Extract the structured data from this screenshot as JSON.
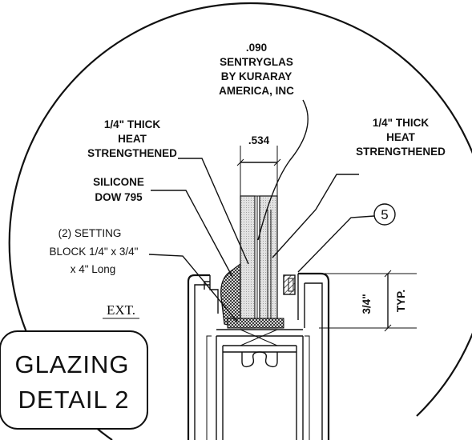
{
  "labels": {
    "interlayer_1": ".090",
    "interlayer_2": "SENTRYGLAS",
    "interlayer_3": "BY KURARAY",
    "interlayer_4": "AMERICA, INC",
    "left_glass_1": "1/4\" THICK",
    "left_glass_2": "HEAT",
    "left_glass_3": "STRENGTHENED",
    "right_glass_1": "1/4\" THICK",
    "right_glass_2": "HEAT",
    "right_glass_3": "STRENGTHENED",
    "dimension_width": ".534",
    "silicone_1": "SILICONE",
    "silicone_2": "DOW 795",
    "setting_block_1": "(2) SETTING",
    "setting_block_2": "BLOCK 1/4\" x 3/4\"",
    "setting_block_3": "x 4\" Long",
    "exterior": "EXT.",
    "callout_number": "5",
    "dimension_height": "3/4\"",
    "typical": "TYP."
  },
  "title": {
    "line1": "GLAZING",
    "line2": "DETAIL 2"
  },
  "colors": {
    "ink": "#111111",
    "paper": "#ffffff",
    "glass_fill": "#d9d9d9"
  }
}
